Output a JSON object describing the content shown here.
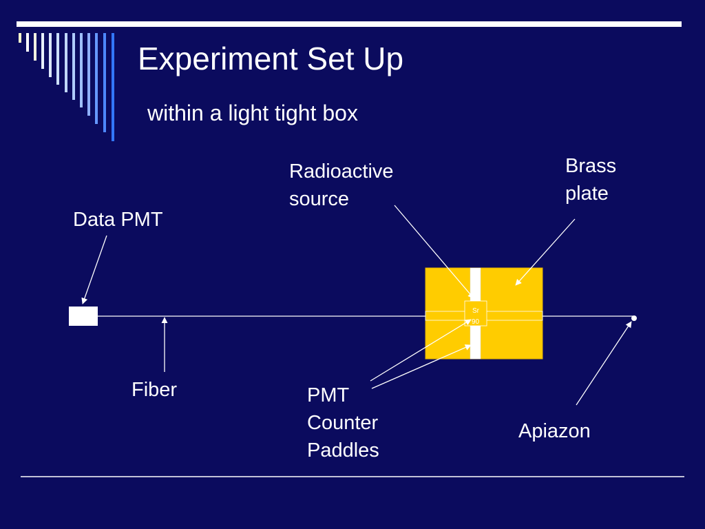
{
  "slide": {
    "title": "Experiment Set Up",
    "subtitle": "within a light tight box"
  },
  "labels": {
    "data_pmt": "Data PMT",
    "fiber": "Fiber",
    "radioactive_source": [
      "Radioactive",
      "source"
    ],
    "brass_plate": [
      "Brass",
      "plate"
    ],
    "pmt_counter_paddles": [
      "PMT",
      "Counter",
      "Paddles"
    ],
    "apiazon": "Apiazon",
    "source_tag": [
      "Sr",
      "90"
    ]
  },
  "colors": {
    "background": "#0b0b5e",
    "brass": "#ffcc00",
    "line": "#ffffff",
    "accent_stripe": "#3366ff"
  }
}
